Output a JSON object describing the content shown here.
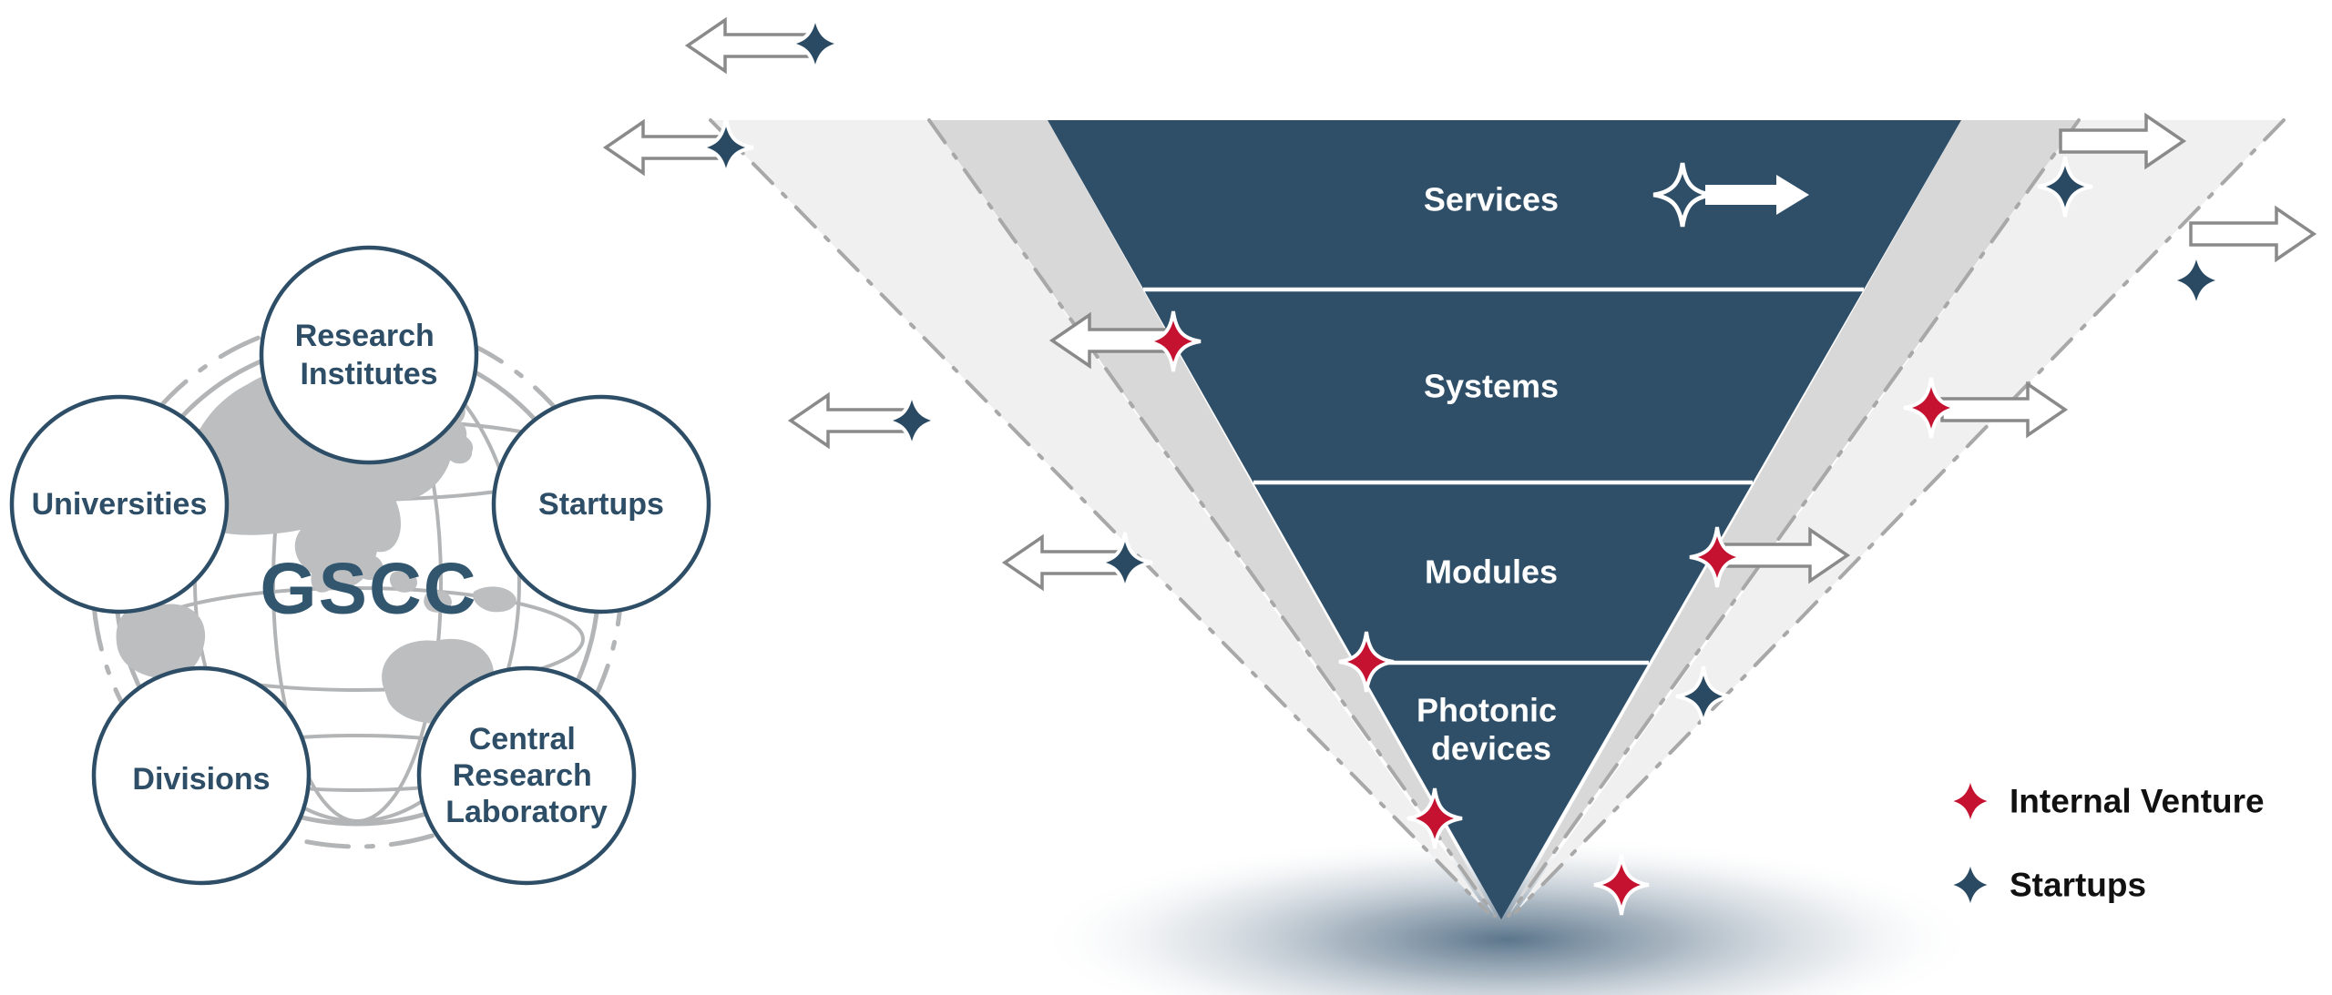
{
  "org": {
    "center_label": "GSCC",
    "circles": [
      {
        "id": "research-institutes",
        "lines": [
          "Research",
          "Institutes"
        ]
      },
      {
        "id": "universities",
        "label": "Universities"
      },
      {
        "id": "startups",
        "label": "Startups"
      },
      {
        "id": "divisions",
        "label": "Divisions"
      },
      {
        "id": "central-research-laboratory",
        "lines": [
          "Central",
          "Research",
          "Laboratory"
        ]
      }
    ]
  },
  "funnel": {
    "layers": [
      {
        "label": "Services"
      },
      {
        "label": "Systems"
      },
      {
        "label": "Modules"
      }
    ],
    "bottom_layer": {
      "lines": [
        "Photonic",
        "devices"
      ]
    }
  },
  "legend": {
    "items": [
      {
        "label": "Internal Venture",
        "color": "#C41230"
      },
      {
        "label": "Startups",
        "color": "#2A4A63"
      }
    ]
  },
  "colors": {
    "navy_funnel": "#2F4F68",
    "star_navy": "#2A4A63",
    "star_red": "#C41230",
    "band_light": "#F0F0F0",
    "band_mid": "#D8D8D8",
    "dash_gray": "#A8A8A8",
    "globe_gray": "#BCBEC0",
    "circle_stroke": "#2D4E66",
    "legend_text": "#111111"
  }
}
